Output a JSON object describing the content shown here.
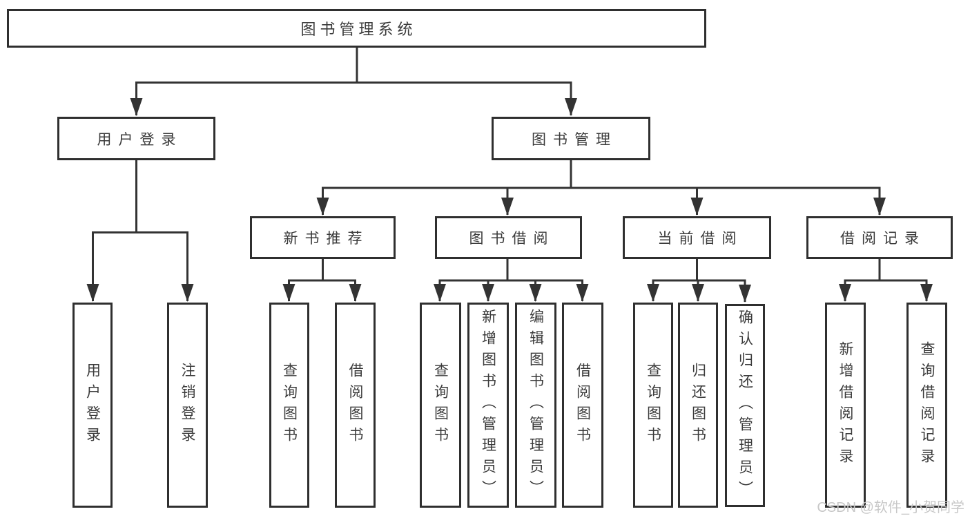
{
  "diagram": {
    "root": {
      "label": "图书管理系统"
    },
    "level2": [
      {
        "label": "用户登录"
      },
      {
        "label": "图书管理"
      }
    ],
    "level3": [
      {
        "label": "新书推荐",
        "parent": "图书管理"
      },
      {
        "label": "图书借阅",
        "parent": "图书管理"
      },
      {
        "label": "当前借阅",
        "parent": "图书管理"
      },
      {
        "label": "借阅记录",
        "parent": "图书管理"
      }
    ],
    "leaves": [
      {
        "label": "用户登录",
        "parent": "用户登录"
      },
      {
        "label": "注销登录",
        "parent": "用户登录"
      },
      {
        "label": "查询图书",
        "parent": "新书推荐"
      },
      {
        "label": "借阅图书",
        "parent": "新书推荐"
      },
      {
        "label": "查询图书",
        "parent": "图书借阅"
      },
      {
        "label": "新增图书（管理员）",
        "parent": "图书借阅"
      },
      {
        "label": "编辑图书（管理员）",
        "parent": "图书借阅"
      },
      {
        "label": "借阅图书",
        "parent": "图书借阅"
      },
      {
        "label": "查询图书",
        "parent": "当前借阅"
      },
      {
        "label": "归还图书",
        "parent": "当前借阅"
      },
      {
        "label": "确认归还（管理员）",
        "parent": "当前借阅"
      },
      {
        "label": "新增借阅记录",
        "parent": "借阅记录"
      },
      {
        "label": "查询借阅记录",
        "parent": "借阅记录"
      }
    ]
  },
  "watermark": {
    "text": "CSDN @软件_小贺同学"
  },
  "colors": {
    "line": "#333333",
    "box_border": "#2f2f2f",
    "text": "#3b3b3b",
    "watermark": "#c8c8c8",
    "background": "#ffffff"
  }
}
